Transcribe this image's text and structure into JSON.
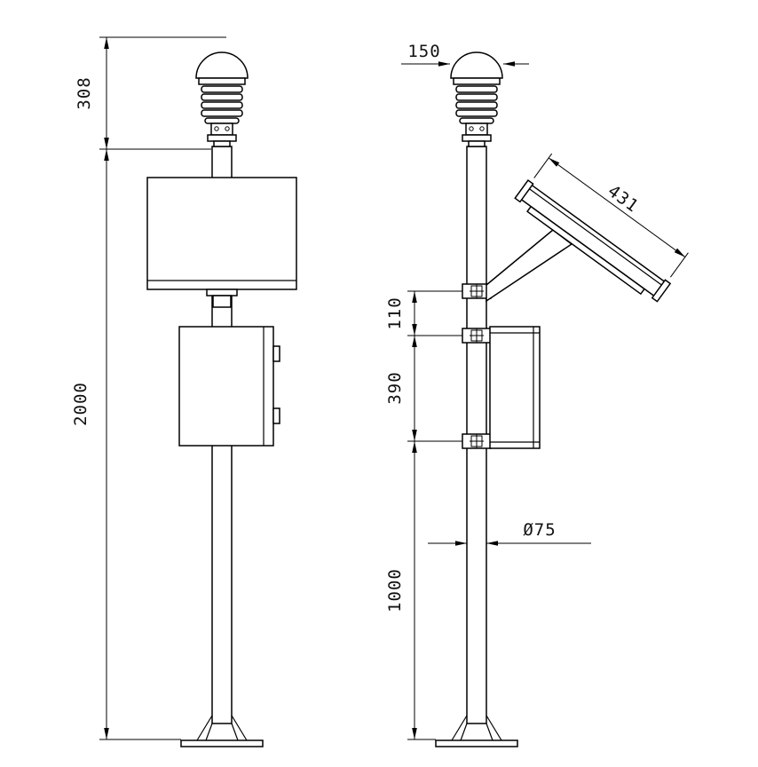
{
  "colors": {
    "line": "#000000",
    "background": "#ffffff"
  },
  "dims": {
    "sensor_height": "308",
    "pole_total_height": "2000",
    "sensor_width": "150",
    "panel_length": "431",
    "clamp_spacing": "110",
    "box_section_height": "390",
    "lower_section_height": "1000",
    "pole_diameter": "Ø75"
  }
}
